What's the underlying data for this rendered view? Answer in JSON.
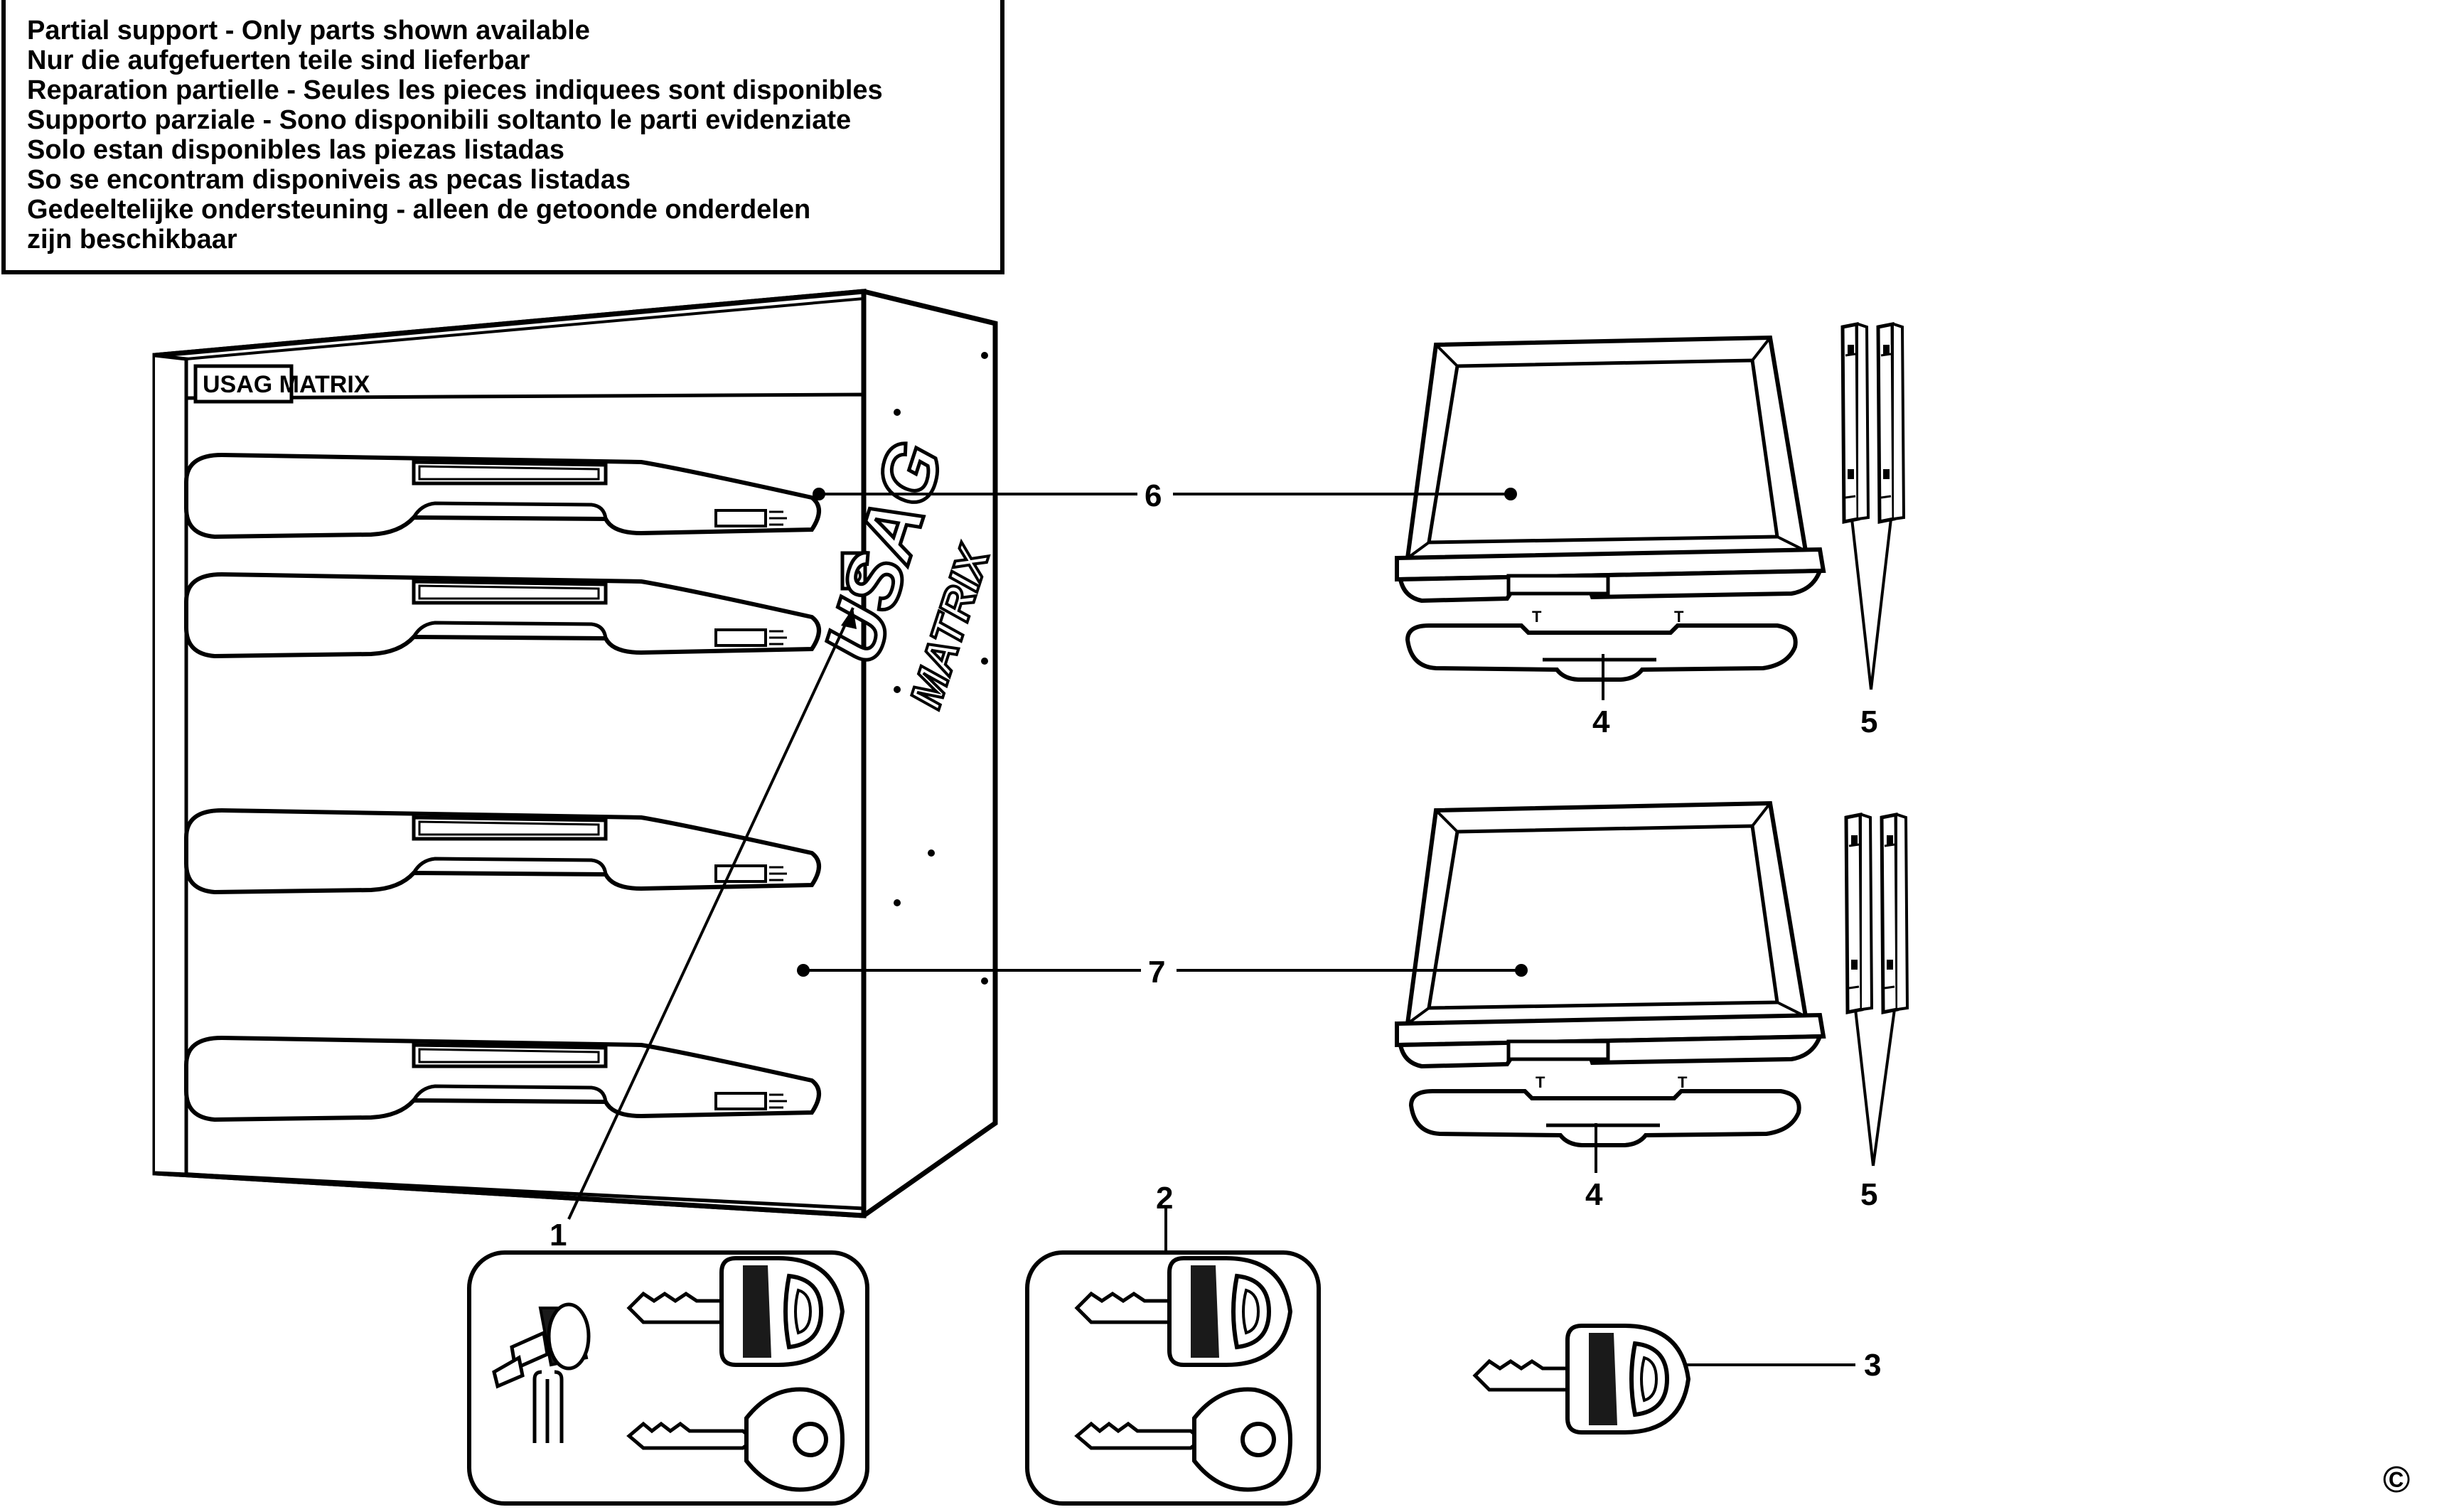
{
  "notice": {
    "lines": [
      "Partial support - Only parts shown available",
      "Nur die aufgefuerten teile sind lieferbar",
      "Reparation partielle - Seules les pieces indiquees sont disponibles",
      "Supporto parziale - Sono disponibili soltanto le parti evidenziate",
      "Solo estan disponibles las piezas listadas",
      "So se encontram disponiveis as pecas listadas",
      "Gedeeltelijke ondersteuning - alleen de getoonde onderdelen",
      "zijn beschikbaar"
    ]
  },
  "callouts": {
    "c1": "1",
    "c2": "2",
    "c3": "3",
    "c4a": "4",
    "c4b": "4",
    "c5a": "5",
    "c5b": "5",
    "c6": "6",
    "c7": "7"
  },
  "brand": {
    "logo": "USAG MATRIX",
    "badge": "USAG"
  },
  "copyright": "©"
}
